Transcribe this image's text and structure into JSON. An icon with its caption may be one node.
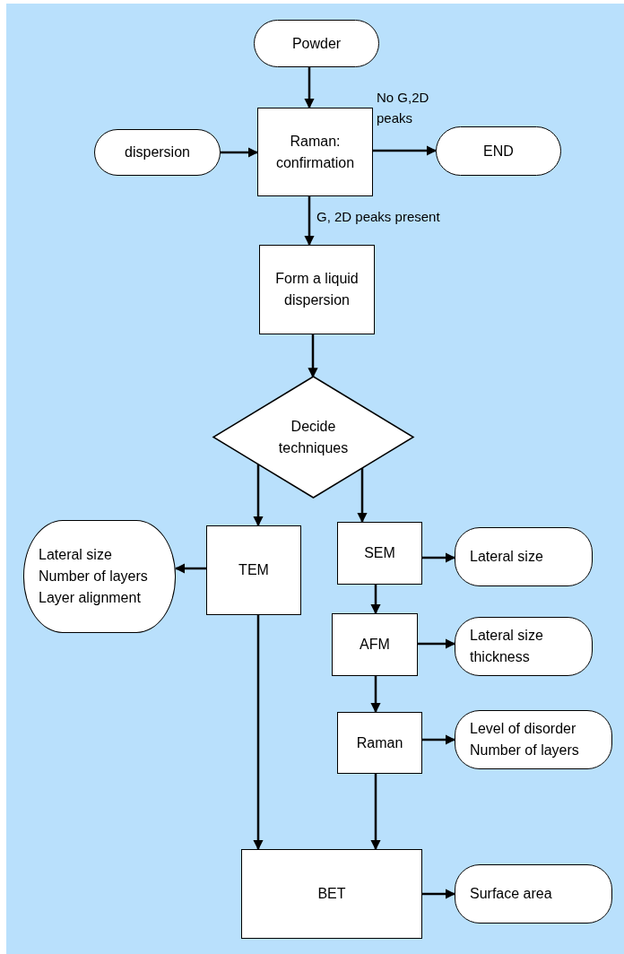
{
  "diagram": {
    "nodes": [
      {
        "text": [
          "Powder"
        ]
      },
      {
        "text": [
          "dispersion"
        ]
      },
      {
        "text": [
          "Raman: confirmation"
        ]
      },
      {
        "text": [
          "END"
        ]
      },
      {
        "text": [
          "Form a liquid dispersion"
        ]
      },
      {
        "text": [
          "Decide techniques"
        ]
      },
      {
        "text": [
          "Lateral size",
          "Number of layers",
          "Layer alignment"
        ]
      },
      {
        "text": [
          "TEM"
        ]
      },
      {
        "text": [
          "SEM"
        ]
      },
      {
        "text": [
          "Lateral size"
        ]
      },
      {
        "text": [
          "AFM"
        ]
      },
      {
        "text": [
          "Lateral size",
          "thickness"
        ]
      },
      {
        "text": [
          "Raman"
        ]
      },
      {
        "text": [
          "Level of disorder",
          "Number of layers"
        ]
      },
      {
        "text": [
          "BET"
        ]
      },
      {
        "text": [
          "Surface area"
        ]
      }
    ],
    "edges": [
      {
        "from": 0,
        "to": 2,
        "arrow": "to"
      },
      {
        "from": 1,
        "to": 2,
        "arrow": "to"
      },
      {
        "from": 2,
        "to": 3,
        "arrow": "to",
        "label": "No G,2D peaks"
      },
      {
        "from": 2,
        "to": 4,
        "arrow": "to",
        "label": "G, 2D peaks present"
      },
      {
        "from": 4,
        "to": 5,
        "arrow": "to"
      },
      {
        "from": 5,
        "to": 7,
        "arrow": "to"
      },
      {
        "from": 5,
        "to": 8,
        "arrow": "to"
      },
      {
        "from": 7,
        "to": 6,
        "arrow": "to"
      },
      {
        "from": 8,
        "to": 9,
        "arrow": "to"
      },
      {
        "from": 8,
        "to": 10,
        "arrow": "to"
      },
      {
        "from": 10,
        "to": 11,
        "arrow": "to"
      },
      {
        "from": 10,
        "to": 12,
        "arrow": "to"
      },
      {
        "from": 12,
        "to": 13,
        "arrow": "to"
      },
      {
        "from": 7,
        "to": 14,
        "arrow": "to"
      },
      {
        "from": 12,
        "to": 14,
        "arrow": "to"
      },
      {
        "from": 14,
        "to": 15,
        "arrow": "to"
      }
    ]
  }
}
